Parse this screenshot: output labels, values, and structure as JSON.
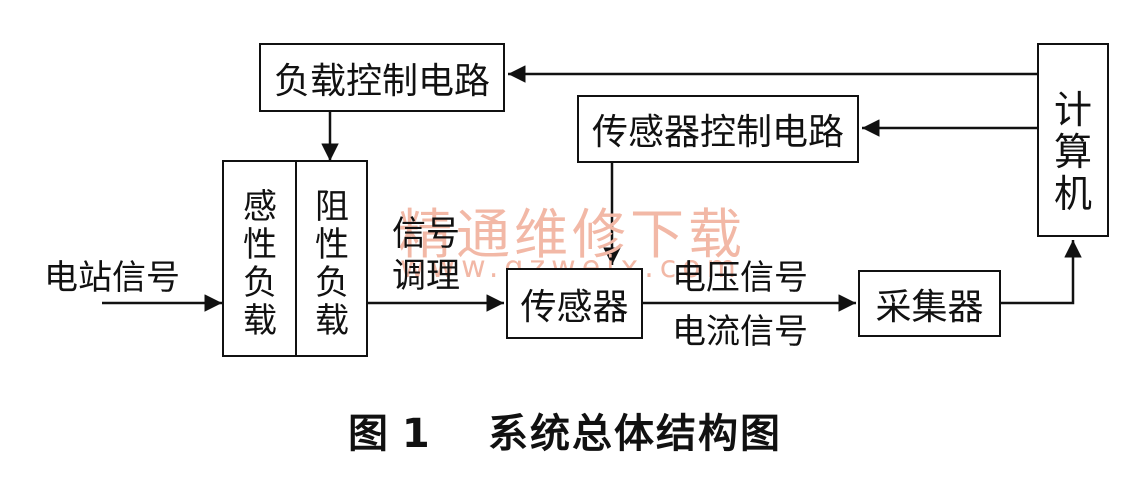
{
  "blocks": {
    "load_control": "负载控制电路",
    "sensor_control": "传感器控制电路",
    "computer": "计\n算\n机",
    "inductive_load": "感\n性\n负\n载",
    "resistive_load": "阻\n性\n负\n载",
    "sensor": "传感器",
    "collector": "采集器"
  },
  "labels": {
    "station_signal": "电站信号",
    "conditioning_top": "信号",
    "conditioning_bottom": "调理",
    "voltage_signal": "电压信号",
    "current_signal": "电流信号"
  },
  "watermark": {
    "cn": "精通维修下载",
    "url": "www.gzweix.com"
  },
  "caption": {
    "figure_no": "图 1",
    "title": "系统总体结构图"
  }
}
